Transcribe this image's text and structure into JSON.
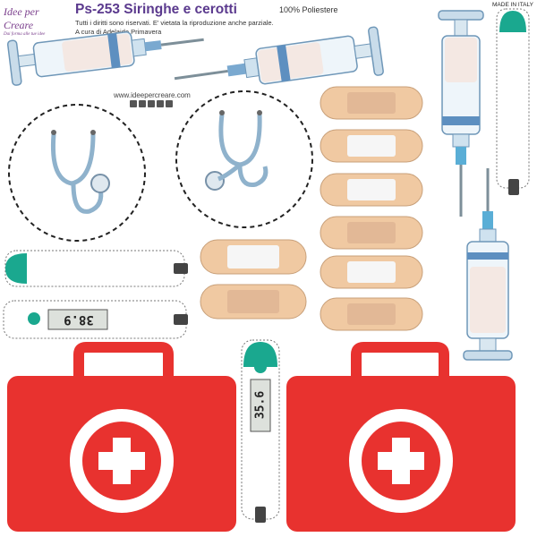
{
  "brand": {
    "logo_line1": "Idee per Creare",
    "logo_line2": "Dai forma alle tue idee"
  },
  "header": {
    "title": "Ps-253 Siringhe e cerotti",
    "material": "100% Poliestere",
    "made_in": "MADE IN ITALY",
    "notice_lines": [
      "Tutti i diritti sono riservati. E' vietata la riproduzione anche parziale.",
      "A cura di Adelaide Primavera"
    ],
    "website": "www.ideepercreare.com"
  },
  "thermometers": {
    "left_reading": "38.9",
    "center_reading": "35.6"
  },
  "icons": {
    "syringe": "syringe-icon",
    "stethoscope": "stethoscope-icon",
    "bandage": "bandage-icon",
    "thermometer": "thermometer-icon",
    "first_aid_kit": "first-aid-kit-icon"
  },
  "colors": {
    "brand_purple": "#5b3a8e",
    "kit_red": "#e8322f",
    "thermometer_teal": "#1aa88f",
    "bandage_tan": "#f0c9a2"
  }
}
